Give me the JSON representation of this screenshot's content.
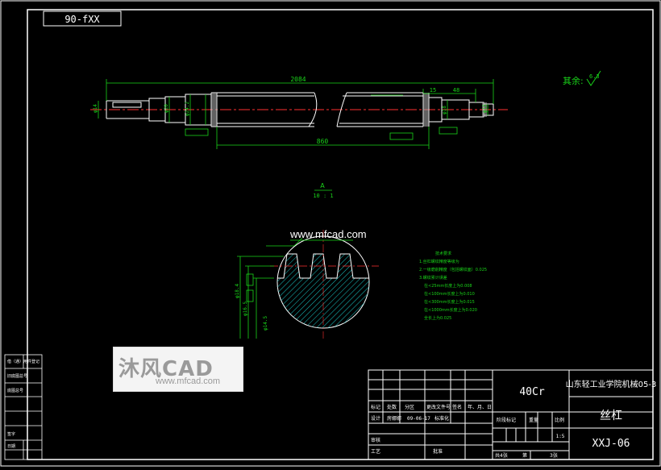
{
  "sheet": {
    "code_box": "90-fXX",
    "material": "40Cr",
    "school": "山东轻工业学院机械05-3",
    "part_name": "丝杠",
    "drawing_no": "XXJ-06",
    "scale_value": "1:5",
    "roughness_label": "其余:",
    "roughness_value": "6.3"
  },
  "dimensions": {
    "top_overall": "2084",
    "bottom_overall": "860",
    "right_a": "15",
    "right_b": "48",
    "left_dia_1": "φ14",
    "left_dia_2": "φ20",
    "left_dia_3": "φ24.2",
    "right_dia_1": "φ18",
    "right_dia_2": "φ15"
  },
  "detail": {
    "label_top": "A",
    "label_scale": "10 : 1",
    "website": "www.mfcad.com",
    "dim_left_1": "φ18.4",
    "dim_left_2": "φ16.5",
    "dim_left_3": "φ14.5"
  },
  "tech_notes": {
    "title": "技术要求",
    "lines": [
      "1.丝杠螺纹精度等级为",
      "2.一级磨削精度（包括螺纹面）0.025",
      "3.螺纹累计误差",
      "在<25mm长度上为0.008",
      "在<100mm长度上为0.010",
      "在<300mm长度上为0.015",
      "在<1000mm长度上为0.020",
      "全长上为0.025"
    ]
  },
  "title_block": {
    "row1": [
      "标记",
      "处数",
      "分区",
      "更改文件号",
      "签名",
      "年、月、日"
    ],
    "row2": [
      "设计",
      "房娜娜",
      "09-06-17",
      "标准化"
    ],
    "row2_right": [
      "阶段标记",
      "重量",
      "比例"
    ],
    "row3": [
      "审核"
    ],
    "row4": [
      "工艺",
      "批准"
    ],
    "row4_right": [
      "共4张",
      "第",
      "3张"
    ]
  },
  "side_block": {
    "labels": [
      "借（通）用件登记",
      "旧底图总号",
      "底图总号",
      "签字",
      "日期"
    ]
  },
  "watermark": {
    "logo": "沐风CAD",
    "url": "www.mfcad.com"
  }
}
